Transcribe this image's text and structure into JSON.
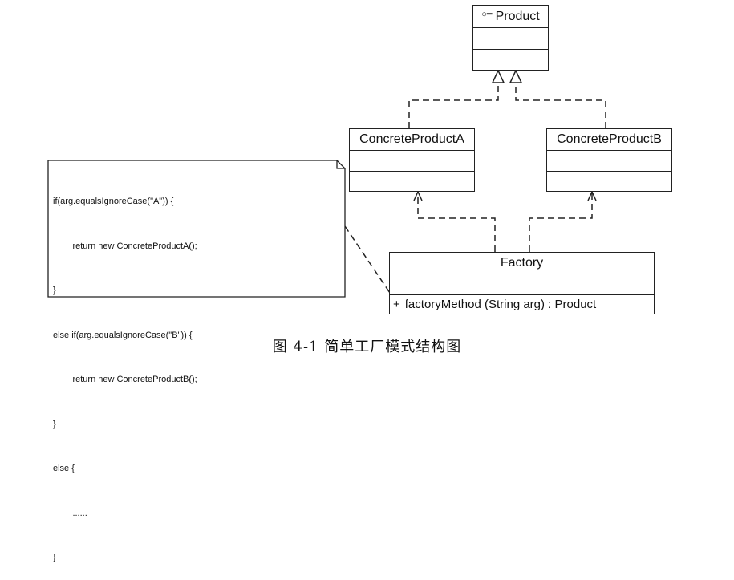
{
  "product": {
    "title": "Product",
    "icon": "interface-icon"
  },
  "concrete_a": {
    "title": "ConcreteProductA"
  },
  "concrete_b": {
    "title": "ConcreteProductB"
  },
  "factory": {
    "title": "Factory",
    "method_visibility": "+",
    "method": "factoryMethod (String arg)  : Product"
  },
  "note": {
    "lines": [
      "if(arg.equalsIgnoreCase(\"A\")) {",
      "        return new ConcreteProductA();",
      "}",
      "else if(arg.equalsIgnoreCase(\"B\")) {",
      "        return new ConcreteProductB();",
      "}",
      "else {",
      "        ......",
      "}"
    ]
  },
  "caption": "图 4-1    简单工厂模式结构图"
}
